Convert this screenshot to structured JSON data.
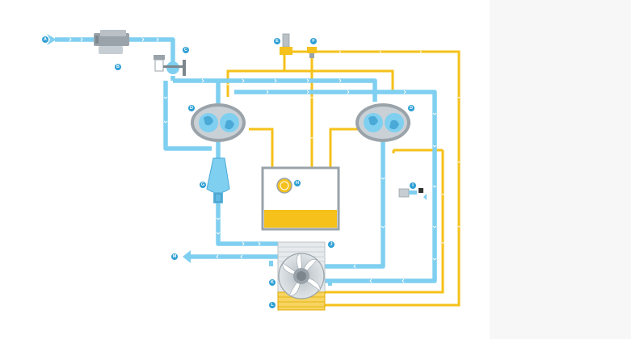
{
  "labels": {
    "A": "A",
    "B": "B",
    "C": "C",
    "D_left": "D",
    "D_right": "D",
    "E": "E",
    "F": "F",
    "G": "G",
    "H": "H",
    "I": "I",
    "J": "J",
    "K": "K",
    "L": "L",
    "M": "M"
  },
  "colors": {
    "air": "#7fcff0",
    "air_dark": "#4aa9d6",
    "oil": "#f5c11a",
    "oil_dark": "#e0a800",
    "machine_grey": "#9aa3a9",
    "badge": "#2e9fd4",
    "panel": "#f7f7f7"
  },
  "icons": {
    "inlet": "inlet-arrow-icon",
    "outlet": "outlet-arrow-icon",
    "filter": "air-filter-icon",
    "valve": "inlet-valve-icon",
    "element": "compression-element-icon",
    "separator": "separator-icon",
    "reservoir": "oil-reservoir-icon",
    "fan": "cooler-fan-icon",
    "drain": "drain-valve-icon"
  }
}
